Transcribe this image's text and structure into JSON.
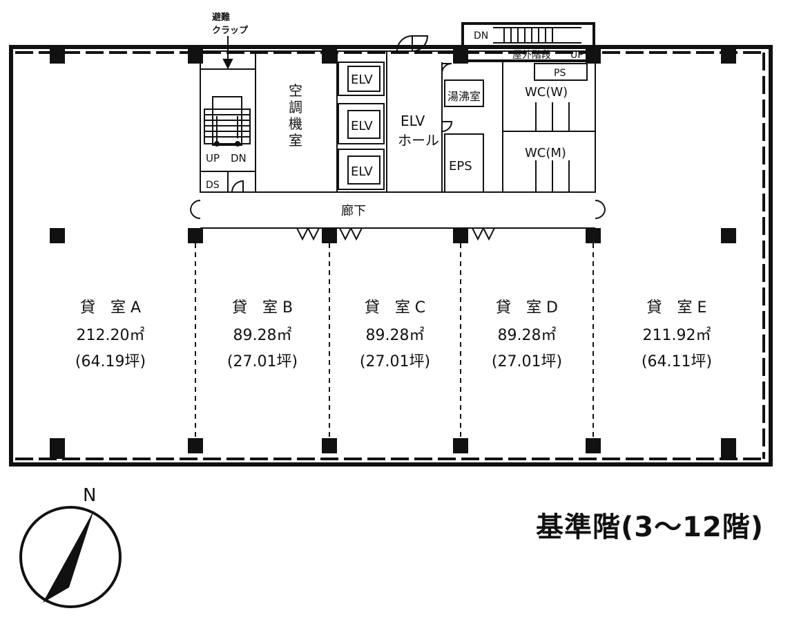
{
  "labels": {
    "evac": [
      "避難",
      "クラップ"
    ],
    "outdoor_stairs": "屋外階段",
    "dn": "DN",
    "up": "UP",
    "ps": "PS",
    "ds": "DS",
    "ac_room": [
      "空",
      "調",
      "機",
      "室"
    ],
    "elv": "ELV",
    "elv_hall": [
      "ELV",
      "ホール"
    ],
    "kitchen": "湯沸室",
    "eps": "EPS",
    "wc_w": "WC(W)",
    "wc_m": "WC(M)",
    "corridor": "廊下"
  },
  "rooms": [
    {
      "name": "貸　室 A",
      "area": "212.20㎡",
      "tsubo": "(64.19坪)"
    },
    {
      "name": "貸　室 B",
      "area": "89.28㎡",
      "tsubo": "(27.01坪)"
    },
    {
      "name": "貸　室 C",
      "area": "89.28㎡",
      "tsubo": "(27.01坪)"
    },
    {
      "name": "貸　室 D",
      "area": "89.28㎡",
      "tsubo": "(27.01坪)"
    },
    {
      "name": "貸　室 E",
      "area": "211.92㎡",
      "tsubo": "(64.11坪)"
    }
  ],
  "north_label": "N",
  "floor_title": "基準階(3〜12階)"
}
